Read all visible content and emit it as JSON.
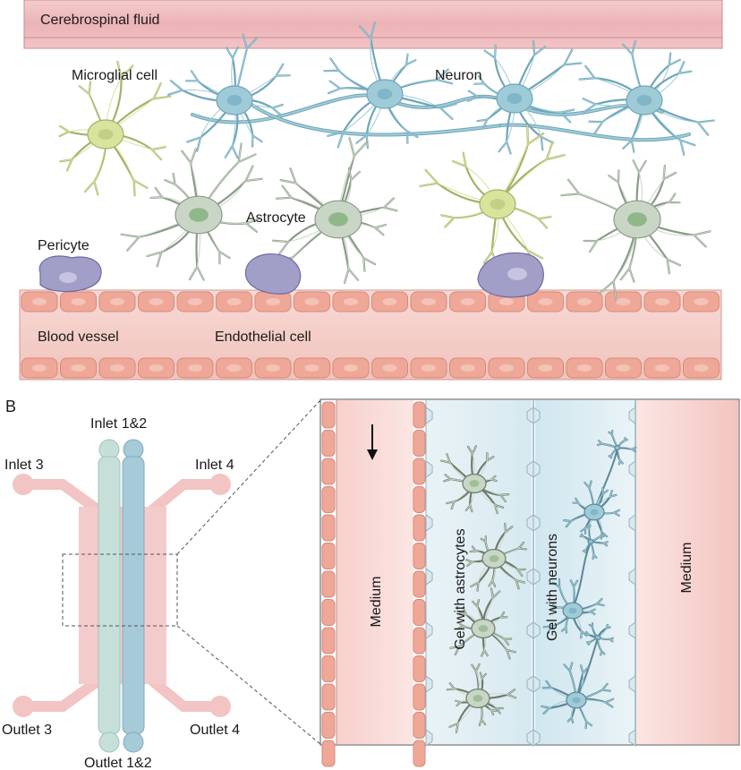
{
  "panel_a": {
    "labels": {
      "csf": "Cerebrospinal fluid",
      "microglia": "Microglial cell",
      "neuron": "Neuron",
      "astrocyte": "Astrocyte",
      "pericyte": "Pericyte",
      "blood_vessel": "Blood vessel",
      "endothelial": "Endothelial cell"
    }
  },
  "panel_b": {
    "panel_letter": "B",
    "chip": {
      "inlet_12": "Inlet 1&2",
      "inlet_3": "Inlet 3",
      "inlet_4": "Inlet 4",
      "outlet_3": "Outlet 3",
      "outlet_4": "Outlet 4",
      "outlet_12": "Outlet 1&2"
    },
    "zoom": {
      "medium_left": "Medium",
      "gel_astrocytes": "Gel with astrocytes",
      "gel_neurons": "Gel with neurons",
      "medium_right": "Medium"
    }
  },
  "colors": {
    "vessel_pink": "#f2c9c4",
    "endothelial_cell": "#efa898",
    "astro_green": "#c9d6c6",
    "neuron_blue": "#9fcbd8",
    "microglia_yellow": "#d8e39c",
    "pericyte_purple": "#9f9cc4",
    "channel_blue": "#a7cad7",
    "channel_teal": "#c4ddd7"
  }
}
